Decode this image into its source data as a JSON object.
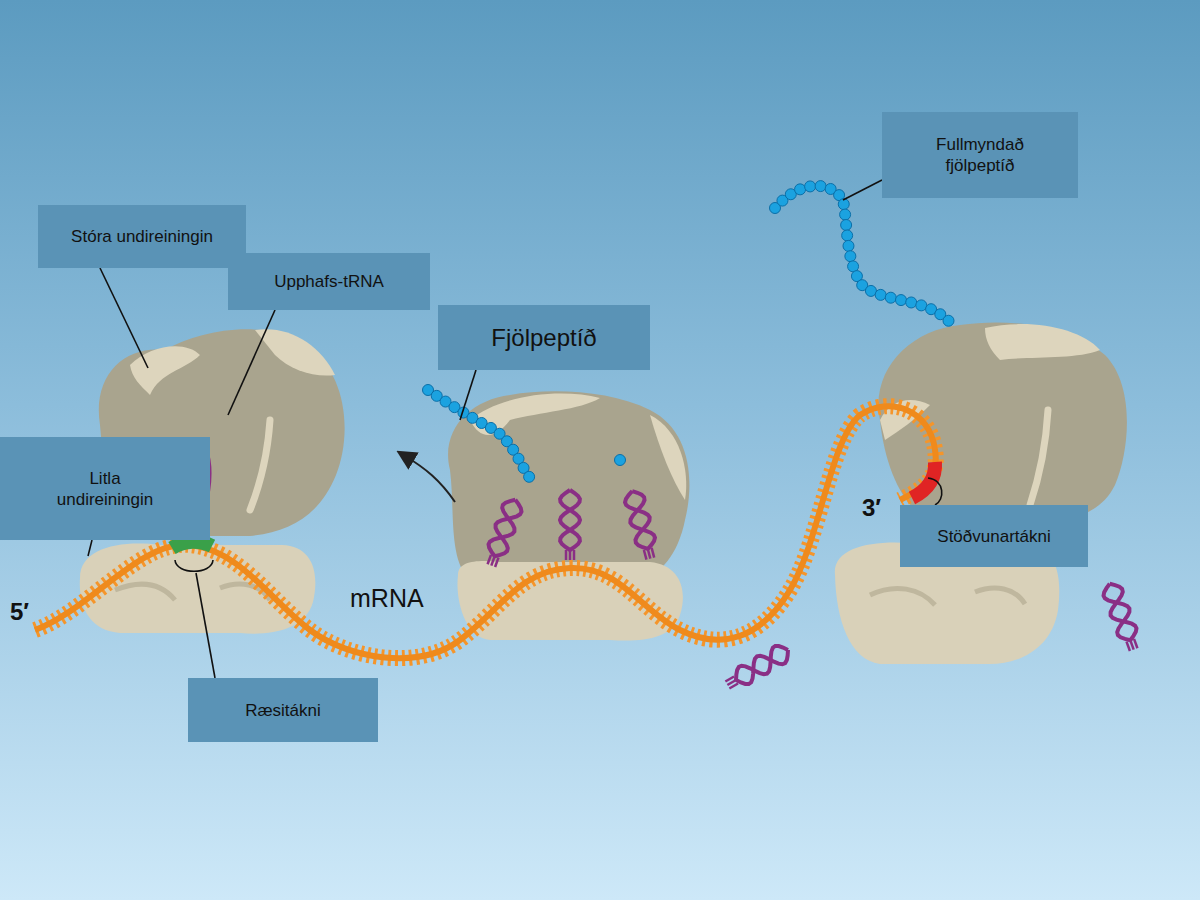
{
  "diagram": {
    "nodes": [
      {
        "text": [
          "Fullmyndað fjölpeptíð"
        ]
      },
      {
        "text": [
          "Stóra undireiningin"
        ]
      },
      {
        "text": [
          "Upphafs-tRNA"
        ]
      },
      {
        "text": [
          "Fjölpeptíð"
        ]
      },
      {
        "text": [
          "Litla undireiningin"
        ]
      },
      {
        "text": [
          "Stöðvunartákni"
        ]
      },
      {
        "text": [
          "Ræsitákni"
        ]
      }
    ],
    "labels": [
      "5′",
      "mRNA",
      "3′"
    ]
  }
}
